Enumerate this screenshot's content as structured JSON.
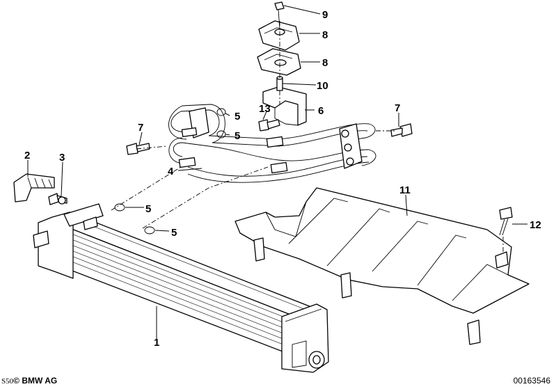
{
  "callouts": {
    "c1": "1",
    "c2": "2",
    "c3": "3",
    "c4": "4",
    "c5a": "5",
    "c5b": "5",
    "c5c": "5",
    "c5d": "5",
    "c6": "6",
    "c7a": "7",
    "c7b": "7",
    "c8a": "8",
    "c8b": "8",
    "c9": "9",
    "c10": "10",
    "c11": "11",
    "c12": "12",
    "c13": "13"
  },
  "footer": {
    "prefix": "S50",
    "copyright_symbol": "©",
    "company": "BMW AG",
    "image_number": "00163546"
  }
}
